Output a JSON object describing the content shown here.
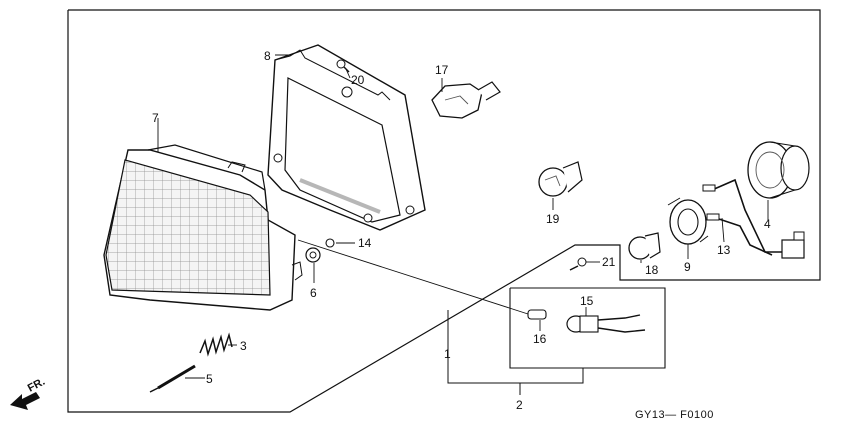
{
  "diagram": {
    "part_labels": {
      "p1": "1",
      "p2": "2",
      "p3": "3",
      "p4": "4",
      "p5": "5",
      "p6": "6",
      "p7": "7",
      "p8": "8",
      "p9": "9",
      "p13": "13",
      "p14": "14",
      "p15": "15",
      "p16": "16",
      "p17": "17",
      "p18": "18",
      "p19": "19",
      "p20": "20",
      "p21": "21"
    },
    "front_marker": "FR.",
    "reference_code": "GY13— F0100"
  }
}
